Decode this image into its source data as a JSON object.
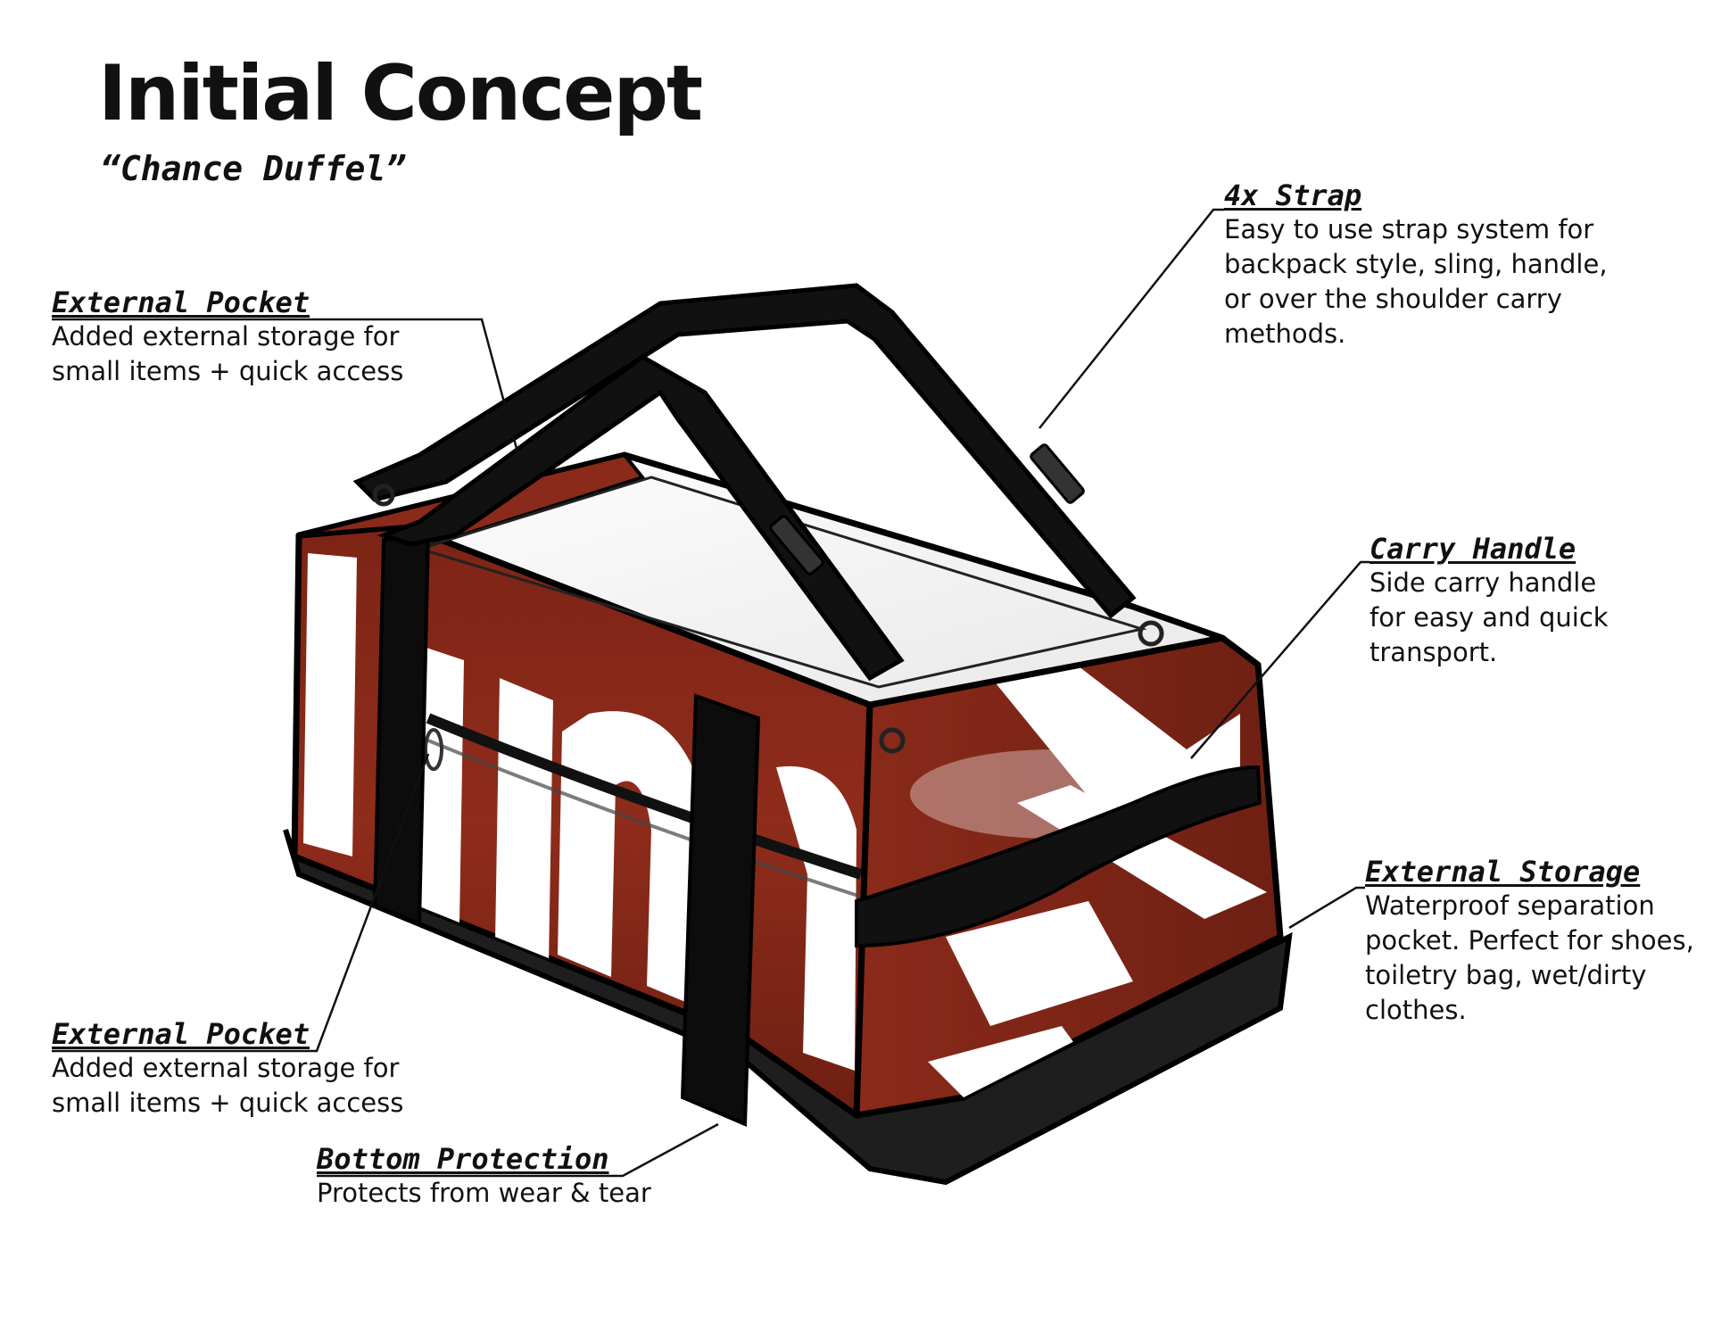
{
  "header": {
    "title": "Initial Concept",
    "subtitle": "“Chance Duffel”"
  },
  "callouts": [
    {
      "heading": "External Pocket",
      "lines": [
        "Added external storage for",
        "small items + quick access"
      ]
    },
    {
      "heading": "4x Strap",
      "lines": [
        "Easy to use strap system for",
        "backpack style, sling, handle,",
        "or over the shoulder carry",
        "methods."
      ]
    },
    {
      "heading": "Carry Handle",
      "lines": [
        "Side carry handle",
        "for easy and quick",
        "transport."
      ]
    },
    {
      "heading": "External Storage",
      "lines": [
        "Waterproof separation",
        "pocket. Perfect for shoes,",
        "toiletry bag, wet/dirty",
        "clothes."
      ]
    },
    {
      "heading": "External Pocket",
      "lines": [
        "Added external storage for",
        "small items + quick access"
      ]
    },
    {
      "heading": "Bottom Protection",
      "lines": [
        "Protects from wear & tear"
      ]
    }
  ],
  "colors": {
    "bag_body": "#8a2a1a",
    "strap": "#111111",
    "panel": "#ffffff",
    "base": "#1c1c1c"
  }
}
